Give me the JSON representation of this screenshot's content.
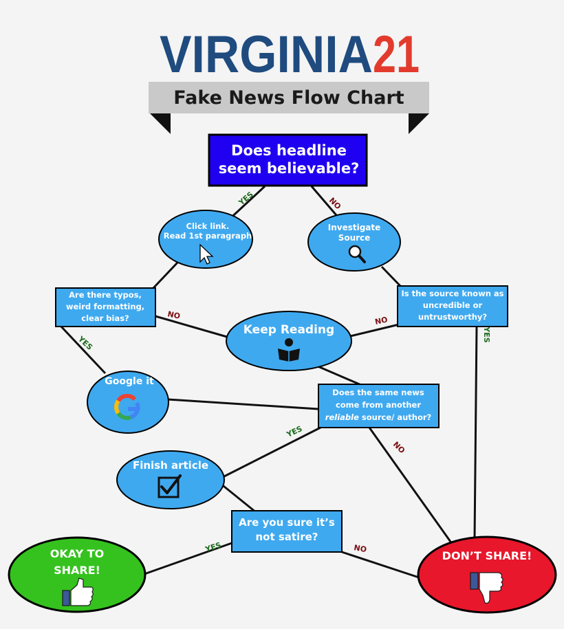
{
  "header": {
    "brand_word": "VIRGINIA",
    "brand_number": "21",
    "title": "Fake News Flow Chart"
  },
  "colors": {
    "brand_navy": "#1f4b7f",
    "brand_red": "#e23b2e",
    "start_box": "#1f00f0",
    "node_blue": "#3fa9ef",
    "ok_green": "#35c21e",
    "stop_red": "#e8172b",
    "yes_green": "#1c6b1c",
    "no_red": "#7a0f12"
  },
  "nodes": {
    "start": {
      "lines": [
        "Does headline",
        "seem believable?"
      ]
    },
    "click_link": {
      "lines": [
        "Click link.",
        "Read 1st  paragraph"
      ],
      "icon": "cursor-icon"
    },
    "investigate": {
      "lines": [
        "Investigate",
        "Source"
      ],
      "icon": "magnifier-icon"
    },
    "typos": {
      "lines": [
        "Are there typos,",
        "weird formatting,",
        "clear bias?"
      ]
    },
    "source_known": {
      "lines": [
        "Is the source known as",
        "uncredible or",
        "untrustworthy?"
      ]
    },
    "keep_reading": {
      "lines": [
        "Keep Reading"
      ],
      "icon": "reader-icon"
    },
    "google": {
      "lines": [
        "Google it"
      ],
      "icon": "google-icon"
    },
    "same_news": {
      "lines": [
        "Does the same news",
        "come from another"
      ],
      "line3_italic": "reliable",
      "line3_rest": " source/ author?"
    },
    "finish": {
      "lines": [
        "Finish article"
      ],
      "icon": "checkbox-icon"
    },
    "satire": {
      "lines": [
        "Are you sure it’s",
        "not satire?"
      ]
    },
    "okay": {
      "lines": [
        "OKAY TO",
        "SHARE!"
      ],
      "icon": "thumbs-up-icon"
    },
    "dont": {
      "lines": [
        "DON’T SHARE!"
      ],
      "icon": "thumbs-down-icon"
    }
  },
  "edges": {
    "start_click": "YES",
    "start_investigate": "NO",
    "typos_keep": "NO",
    "typos_google": "YES",
    "source_keep": "NO",
    "source_dont": "YES",
    "same_finish": "YES",
    "same_dont": "NO",
    "satire_okay": "YES",
    "satire_dont": "NO"
  }
}
